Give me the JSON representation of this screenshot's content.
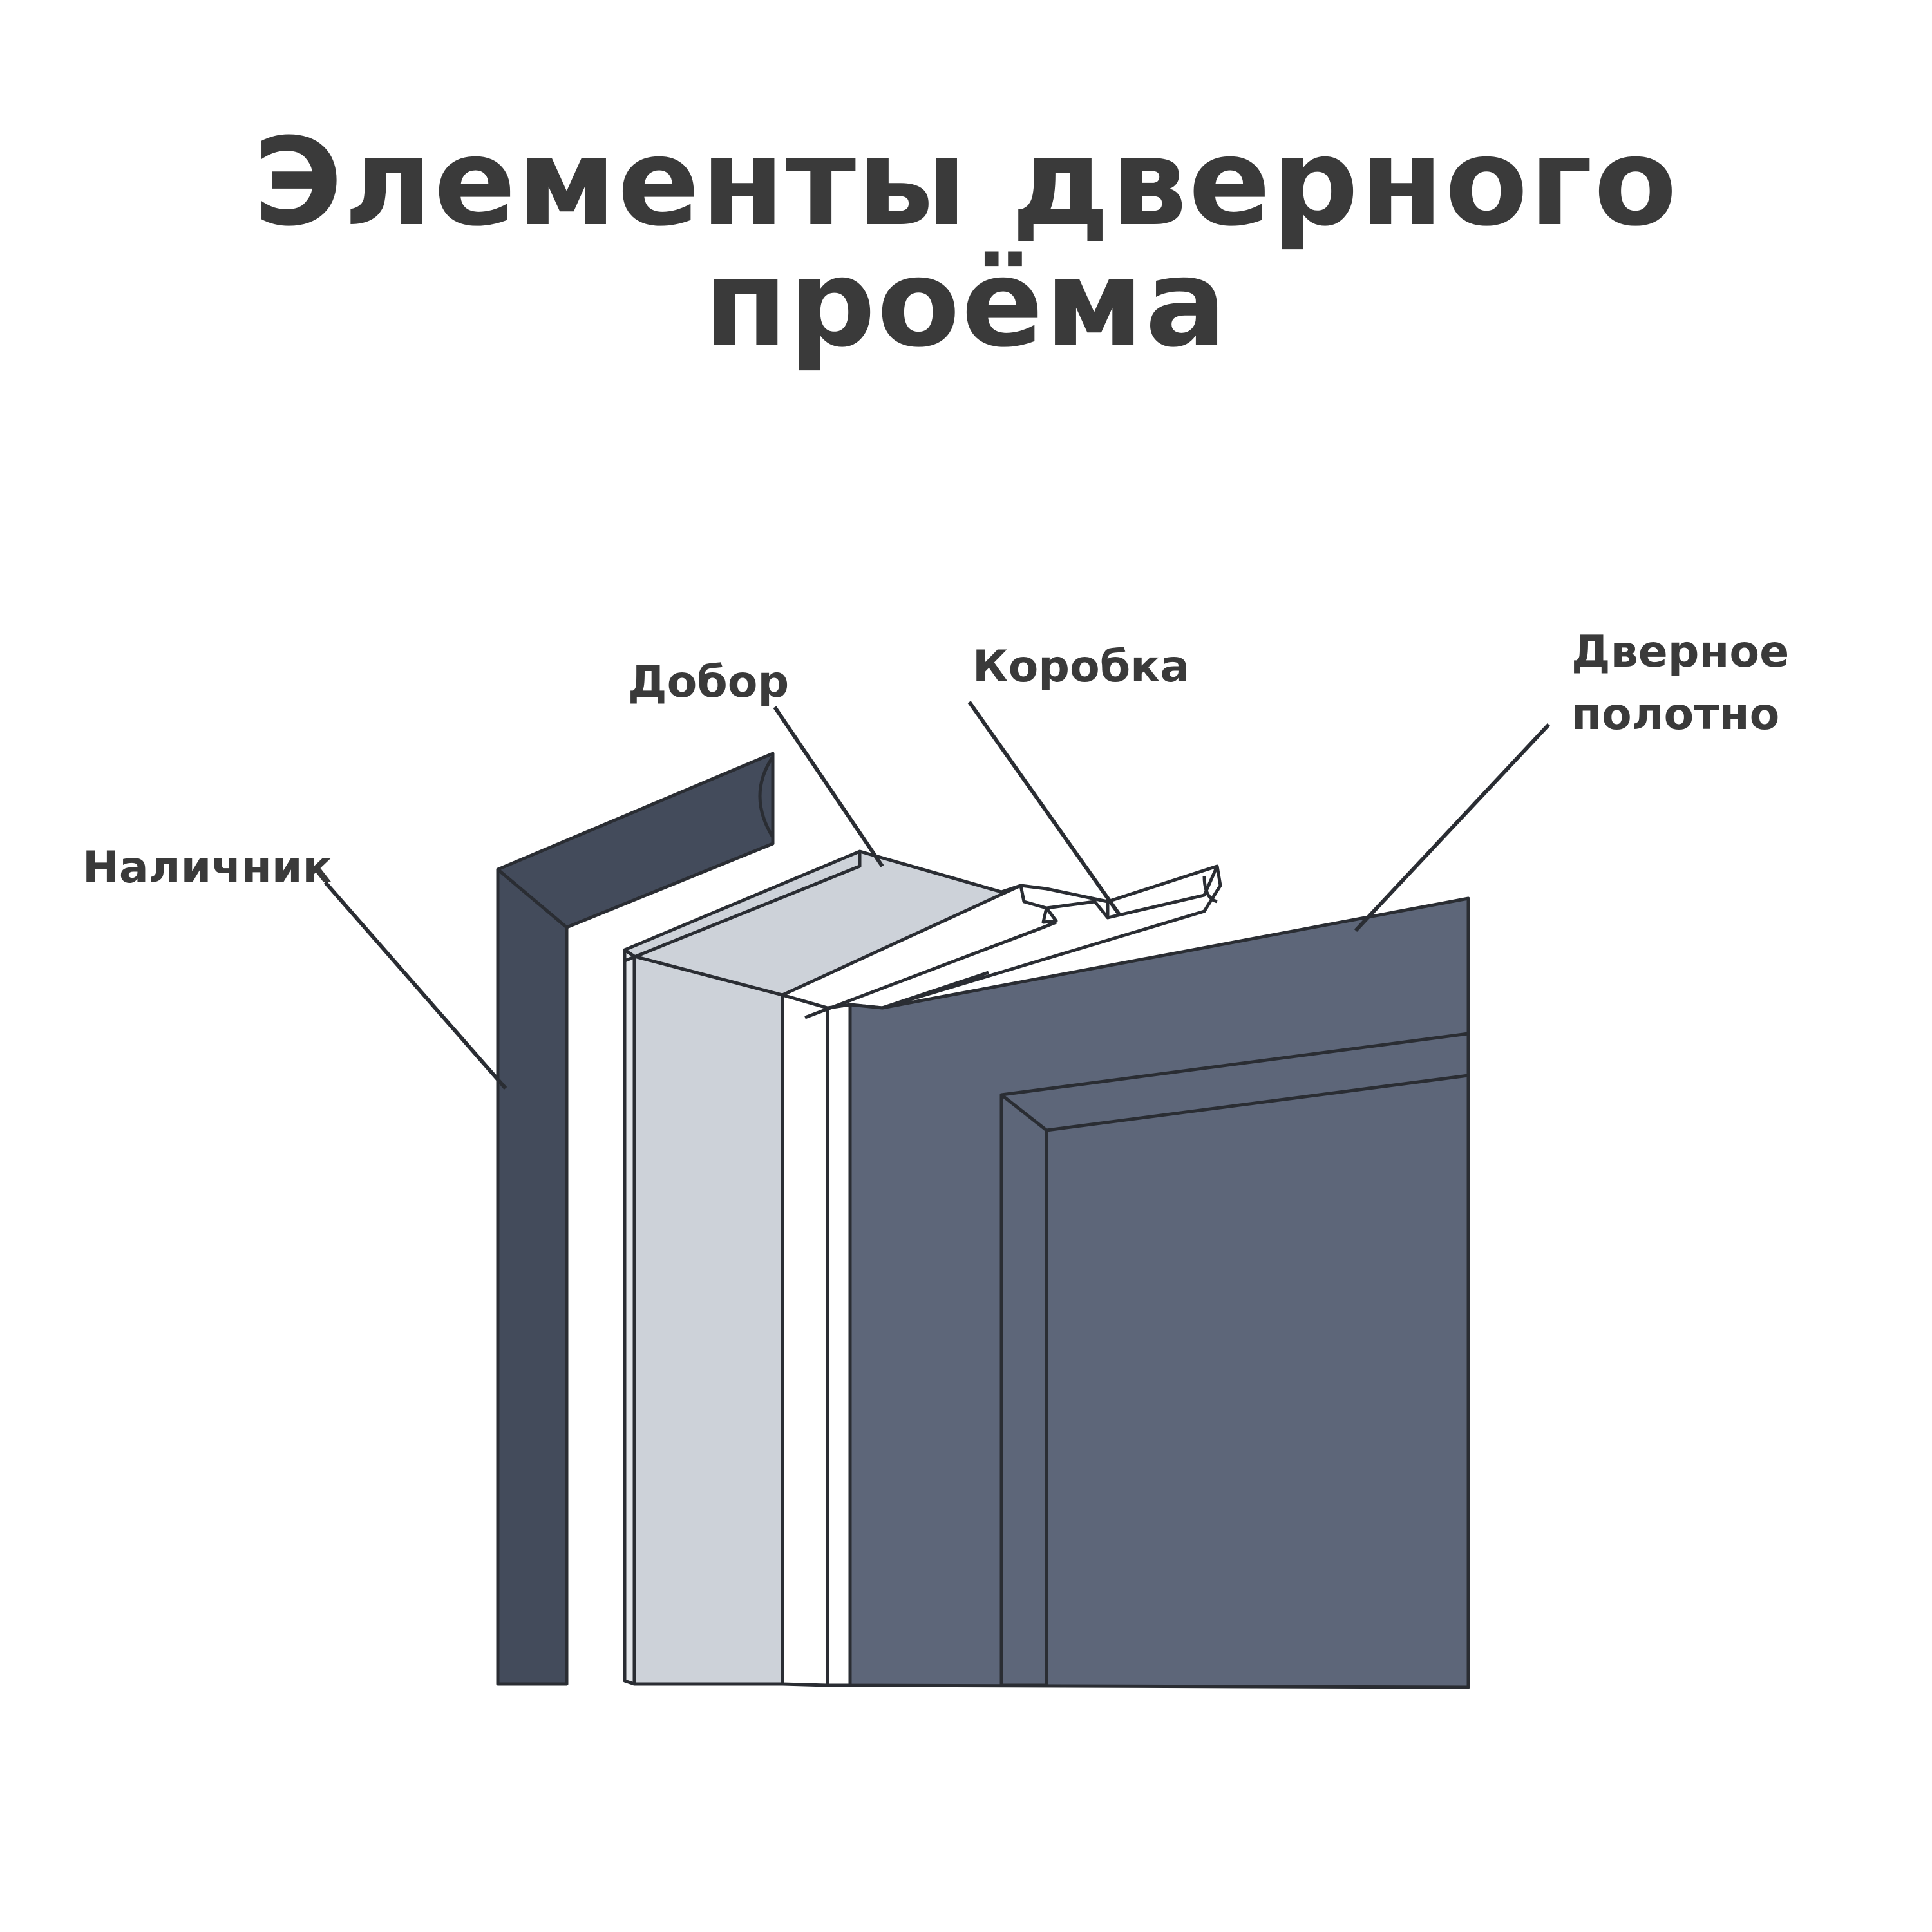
{
  "title": "Элементы дверного проёма",
  "labels": {
    "casing": "Наличник",
    "extension": "Добор",
    "frame": "Коробка",
    "door_leaf_line1": "Дверное",
    "door_leaf_line2": "полотно"
  },
  "colors": {
    "casing": "#434b5b",
    "door_leaf": "#5d6679",
    "extension": "#cdd2d9",
    "frame": "#ffffff",
    "outline": "#2a2d33",
    "text": "#3a3a3a"
  }
}
